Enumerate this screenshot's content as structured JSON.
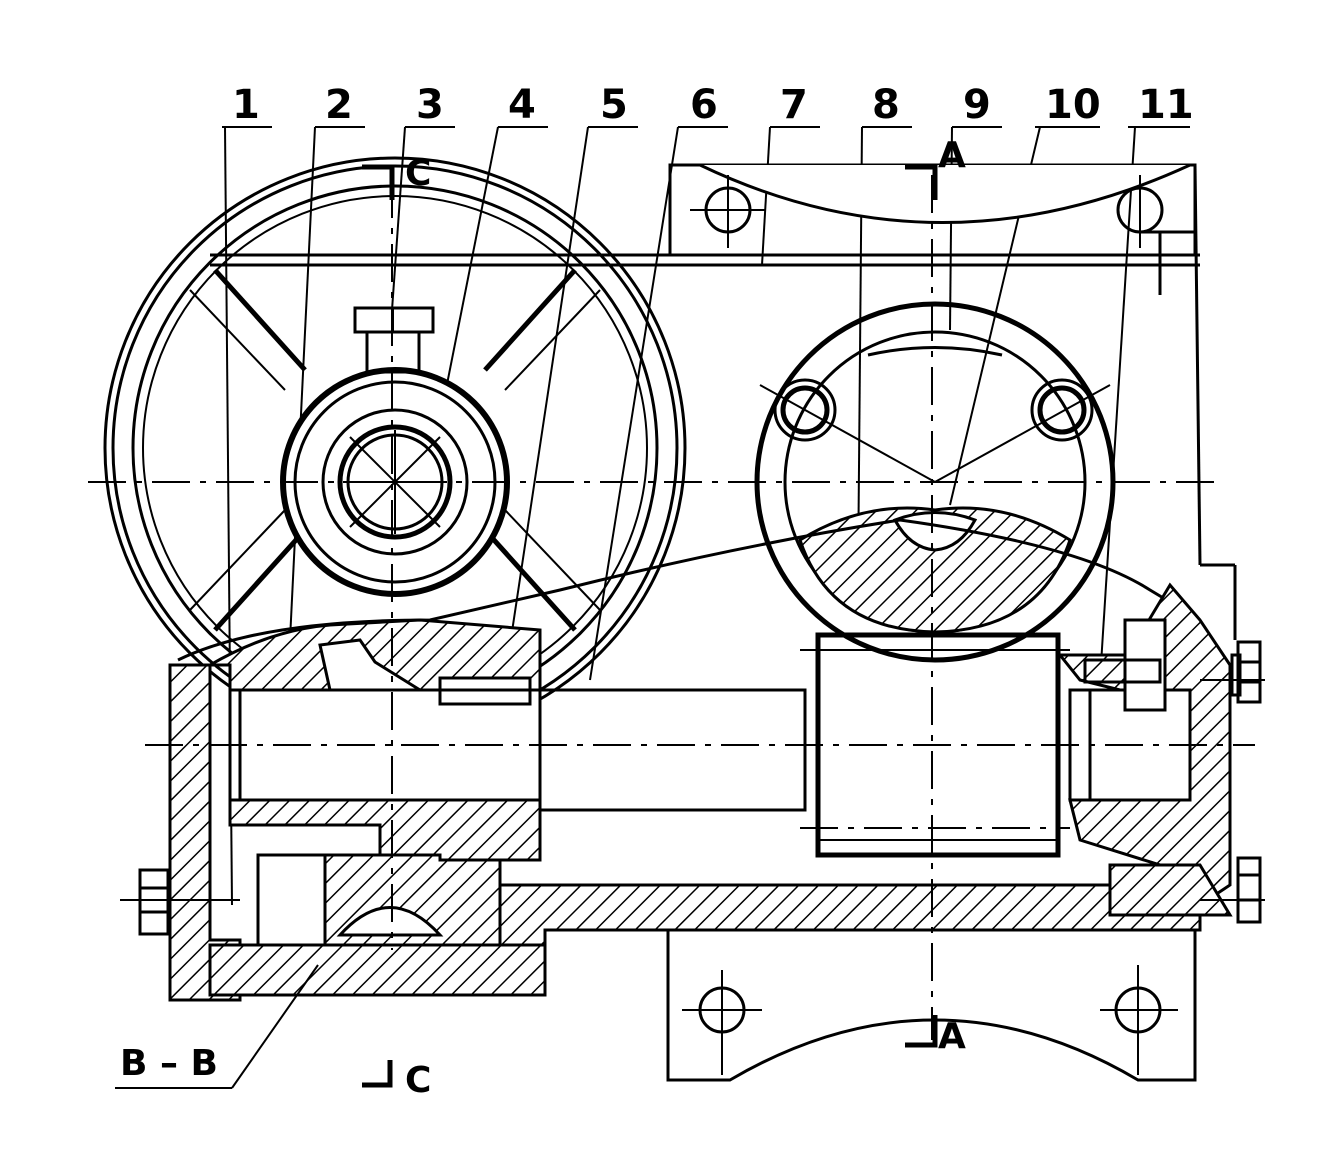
{
  "part_labels": [
    "1",
    "2",
    "3",
    "4",
    "5",
    "6",
    "7",
    "8",
    "9",
    "10",
    "11"
  ],
  "section_labels": {
    "c_top": "C",
    "c_bottom": "C",
    "a_top": "A",
    "a_bottom": "A",
    "bb": "B – B"
  }
}
